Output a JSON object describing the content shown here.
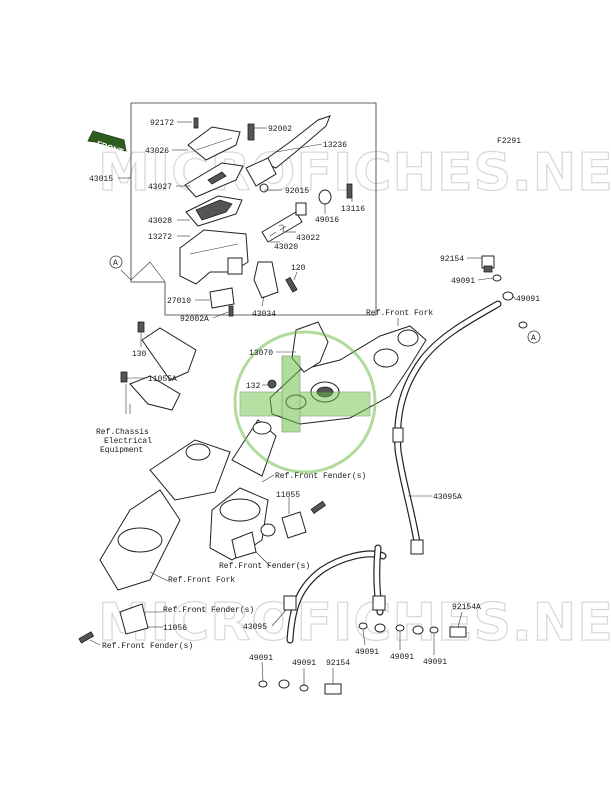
{
  "figure_code": "F2291",
  "front_label": "FRONT",
  "watermark": "MICROFICHES.NET",
  "ref_circle": "A",
  "part_labels": [
    {
      "id": "p92172",
      "text": "92172"
    },
    {
      "id": "p92002",
      "text": "92002"
    },
    {
      "id": "p43026",
      "text": "43026"
    },
    {
      "id": "p13236",
      "text": "13236"
    },
    {
      "id": "p43015",
      "text": "43015"
    },
    {
      "id": "p43027",
      "text": "43027"
    },
    {
      "id": "p92015",
      "text": "92015"
    },
    {
      "id": "p13116",
      "text": "13116"
    },
    {
      "id": "p49016",
      "text": "49016"
    },
    {
      "id": "p43028",
      "text": "43028"
    },
    {
      "id": "p43022",
      "text": "43022"
    },
    {
      "id": "p13272",
      "text": "13272"
    },
    {
      "id": "p43020",
      "text": "43020"
    },
    {
      "id": "p120",
      "text": "120"
    },
    {
      "id": "p27010",
      "text": "27010"
    },
    {
      "id": "p92002A",
      "text": "92002A"
    },
    {
      "id": "p43034",
      "text": "43034"
    },
    {
      "id": "p92154a",
      "text": "92154"
    },
    {
      "id": "p49091a",
      "text": "49091"
    },
    {
      "id": "p49091b",
      "text": "49091"
    },
    {
      "id": "p13070",
      "text": "13070"
    },
    {
      "id": "p130",
      "text": "130"
    },
    {
      "id": "p11055A",
      "text": "11055A"
    },
    {
      "id": "p132",
      "text": "132"
    },
    {
      "id": "p11055",
      "text": "11055"
    },
    {
      "id": "p43095A",
      "text": "43095A"
    },
    {
      "id": "p11056",
      "text": "11056"
    },
    {
      "id": "p43095",
      "text": "43095"
    },
    {
      "id": "p92154A",
      "text": "92154A"
    },
    {
      "id": "p49091c",
      "text": "49091"
    },
    {
      "id": "p49091d",
      "text": "49091"
    },
    {
      "id": "p49091e",
      "text": "49091"
    },
    {
      "id": "p49091f",
      "text": "49091"
    },
    {
      "id": "p49091g",
      "text": "49091"
    },
    {
      "id": "p92154b",
      "text": "92154"
    }
  ],
  "ref_labels": [
    {
      "id": "rFork1",
      "text": "Ref.Front Fork"
    },
    {
      "id": "rChassis1",
      "text": "Ref.Chassis"
    },
    {
      "id": "rChassis2",
      "text": "Electrical"
    },
    {
      "id": "rChassis3",
      "text": "Equipment"
    },
    {
      "id": "rFender1",
      "text": "Ref.Front Fender(s)"
    },
    {
      "id": "rFender2",
      "text": "Ref.Front Fender(s)"
    },
    {
      "id": "rFork2",
      "text": "Ref.Front Fork"
    },
    {
      "id": "rFender3",
      "text": "Ref.Front Fender(s)"
    },
    {
      "id": "rFender4",
      "text": "Ref.Front Fender(s)"
    }
  ],
  "colors": {
    "line": "#222222",
    "accent_green": "#6fbf4a",
    "watermark": "#d9d9d9"
  }
}
